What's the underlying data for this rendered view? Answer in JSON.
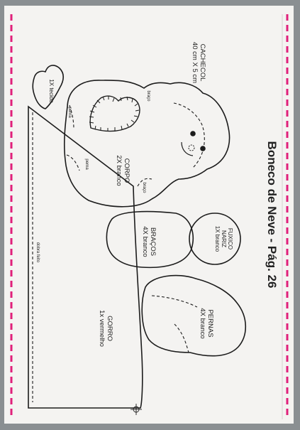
{
  "title": "Boneco de Neve - Pág. 26",
  "colors": {
    "paper": "#f4f3f1",
    "ink": "#1c1c1c",
    "border_dash": "#e0207a",
    "scan_bg": "#8a8f92"
  },
  "pieces": {
    "cachecol": {
      "name": "CACHECOL",
      "size": "40 cm X 5 cm"
    },
    "heart": {
      "qty": "1X tecido"
    },
    "corpo": {
      "name": "CORPO",
      "qty": "2X branco",
      "marks": {
        "braco_top": "braço",
        "braco_bottom": "braço",
        "perna1": "perna",
        "perna2": "perna"
      }
    },
    "fuxico": {
      "name": "FUXICO",
      "name2": "NARIZ",
      "qty": "1X branco"
    },
    "bracos": {
      "name": "BRAÇOS",
      "qty": "4X branco"
    },
    "pernas": {
      "name": "PERNAS",
      "qty": "4X branco"
    },
    "gorro": {
      "name": "GORRO",
      "qty": "1x vermelho",
      "fold": "dobra feito"
    }
  }
}
